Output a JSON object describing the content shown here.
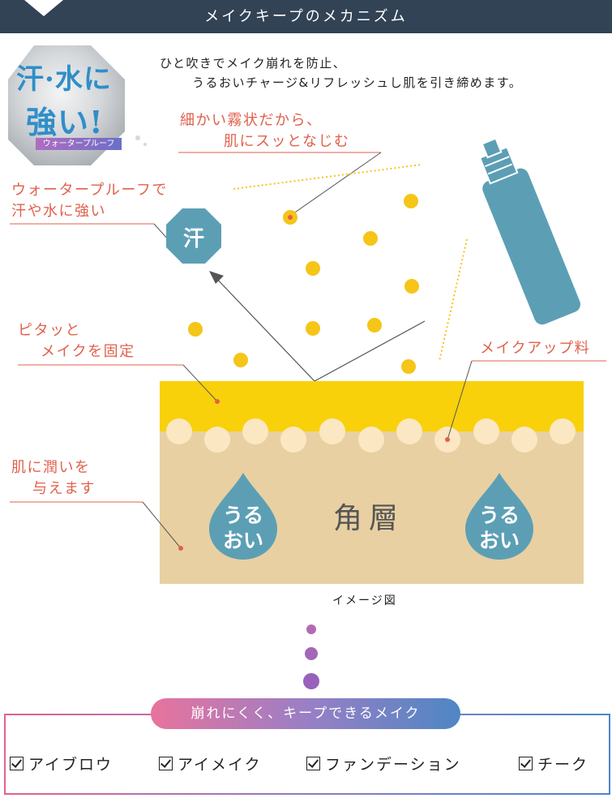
{
  "header": {
    "title": "メイクキープのメカニズム"
  },
  "badge": {
    "line1": "汗·水に",
    "line2": "強い!",
    "ribbon": "ウォータープルーフ"
  },
  "intro": {
    "line1": "ひと吹きでメイク崩れを防止、",
    "line2": "うるおいチャージ&リフレッシュし肌を引き締めます。"
  },
  "callouts": {
    "mist_line1": "細かい霧状だから、",
    "mist_line2": "肌にスッとなじむ",
    "waterproof_line1": "ウォータープルーフで",
    "waterproof_line2": "汗や水に強い",
    "sweat_label": "汗",
    "fix_line1": "ピタッと",
    "fix_line2": "メイクを固定",
    "makeup_label": "メイクアップ料",
    "moist_line1": "肌に潤いを",
    "moist_line2": "与えます"
  },
  "diagram": {
    "stratum_label": "角層",
    "drop_line1": "うる",
    "drop_line2": "おい",
    "caption": "イメージ図"
  },
  "keep": {
    "pill": "崩れにくく、キープできるメイク",
    "items": [
      "アイブロウ",
      "アイメイク",
      "ファンデーション",
      "チーク"
    ]
  },
  "colors": {
    "header": "#324356",
    "accent": "#e0614c",
    "mist_dot": "#f5c518",
    "makeup_layer": "#f8d10a",
    "skin_layer": "#e8d0a2",
    "drop": "#5c9fb5"
  }
}
